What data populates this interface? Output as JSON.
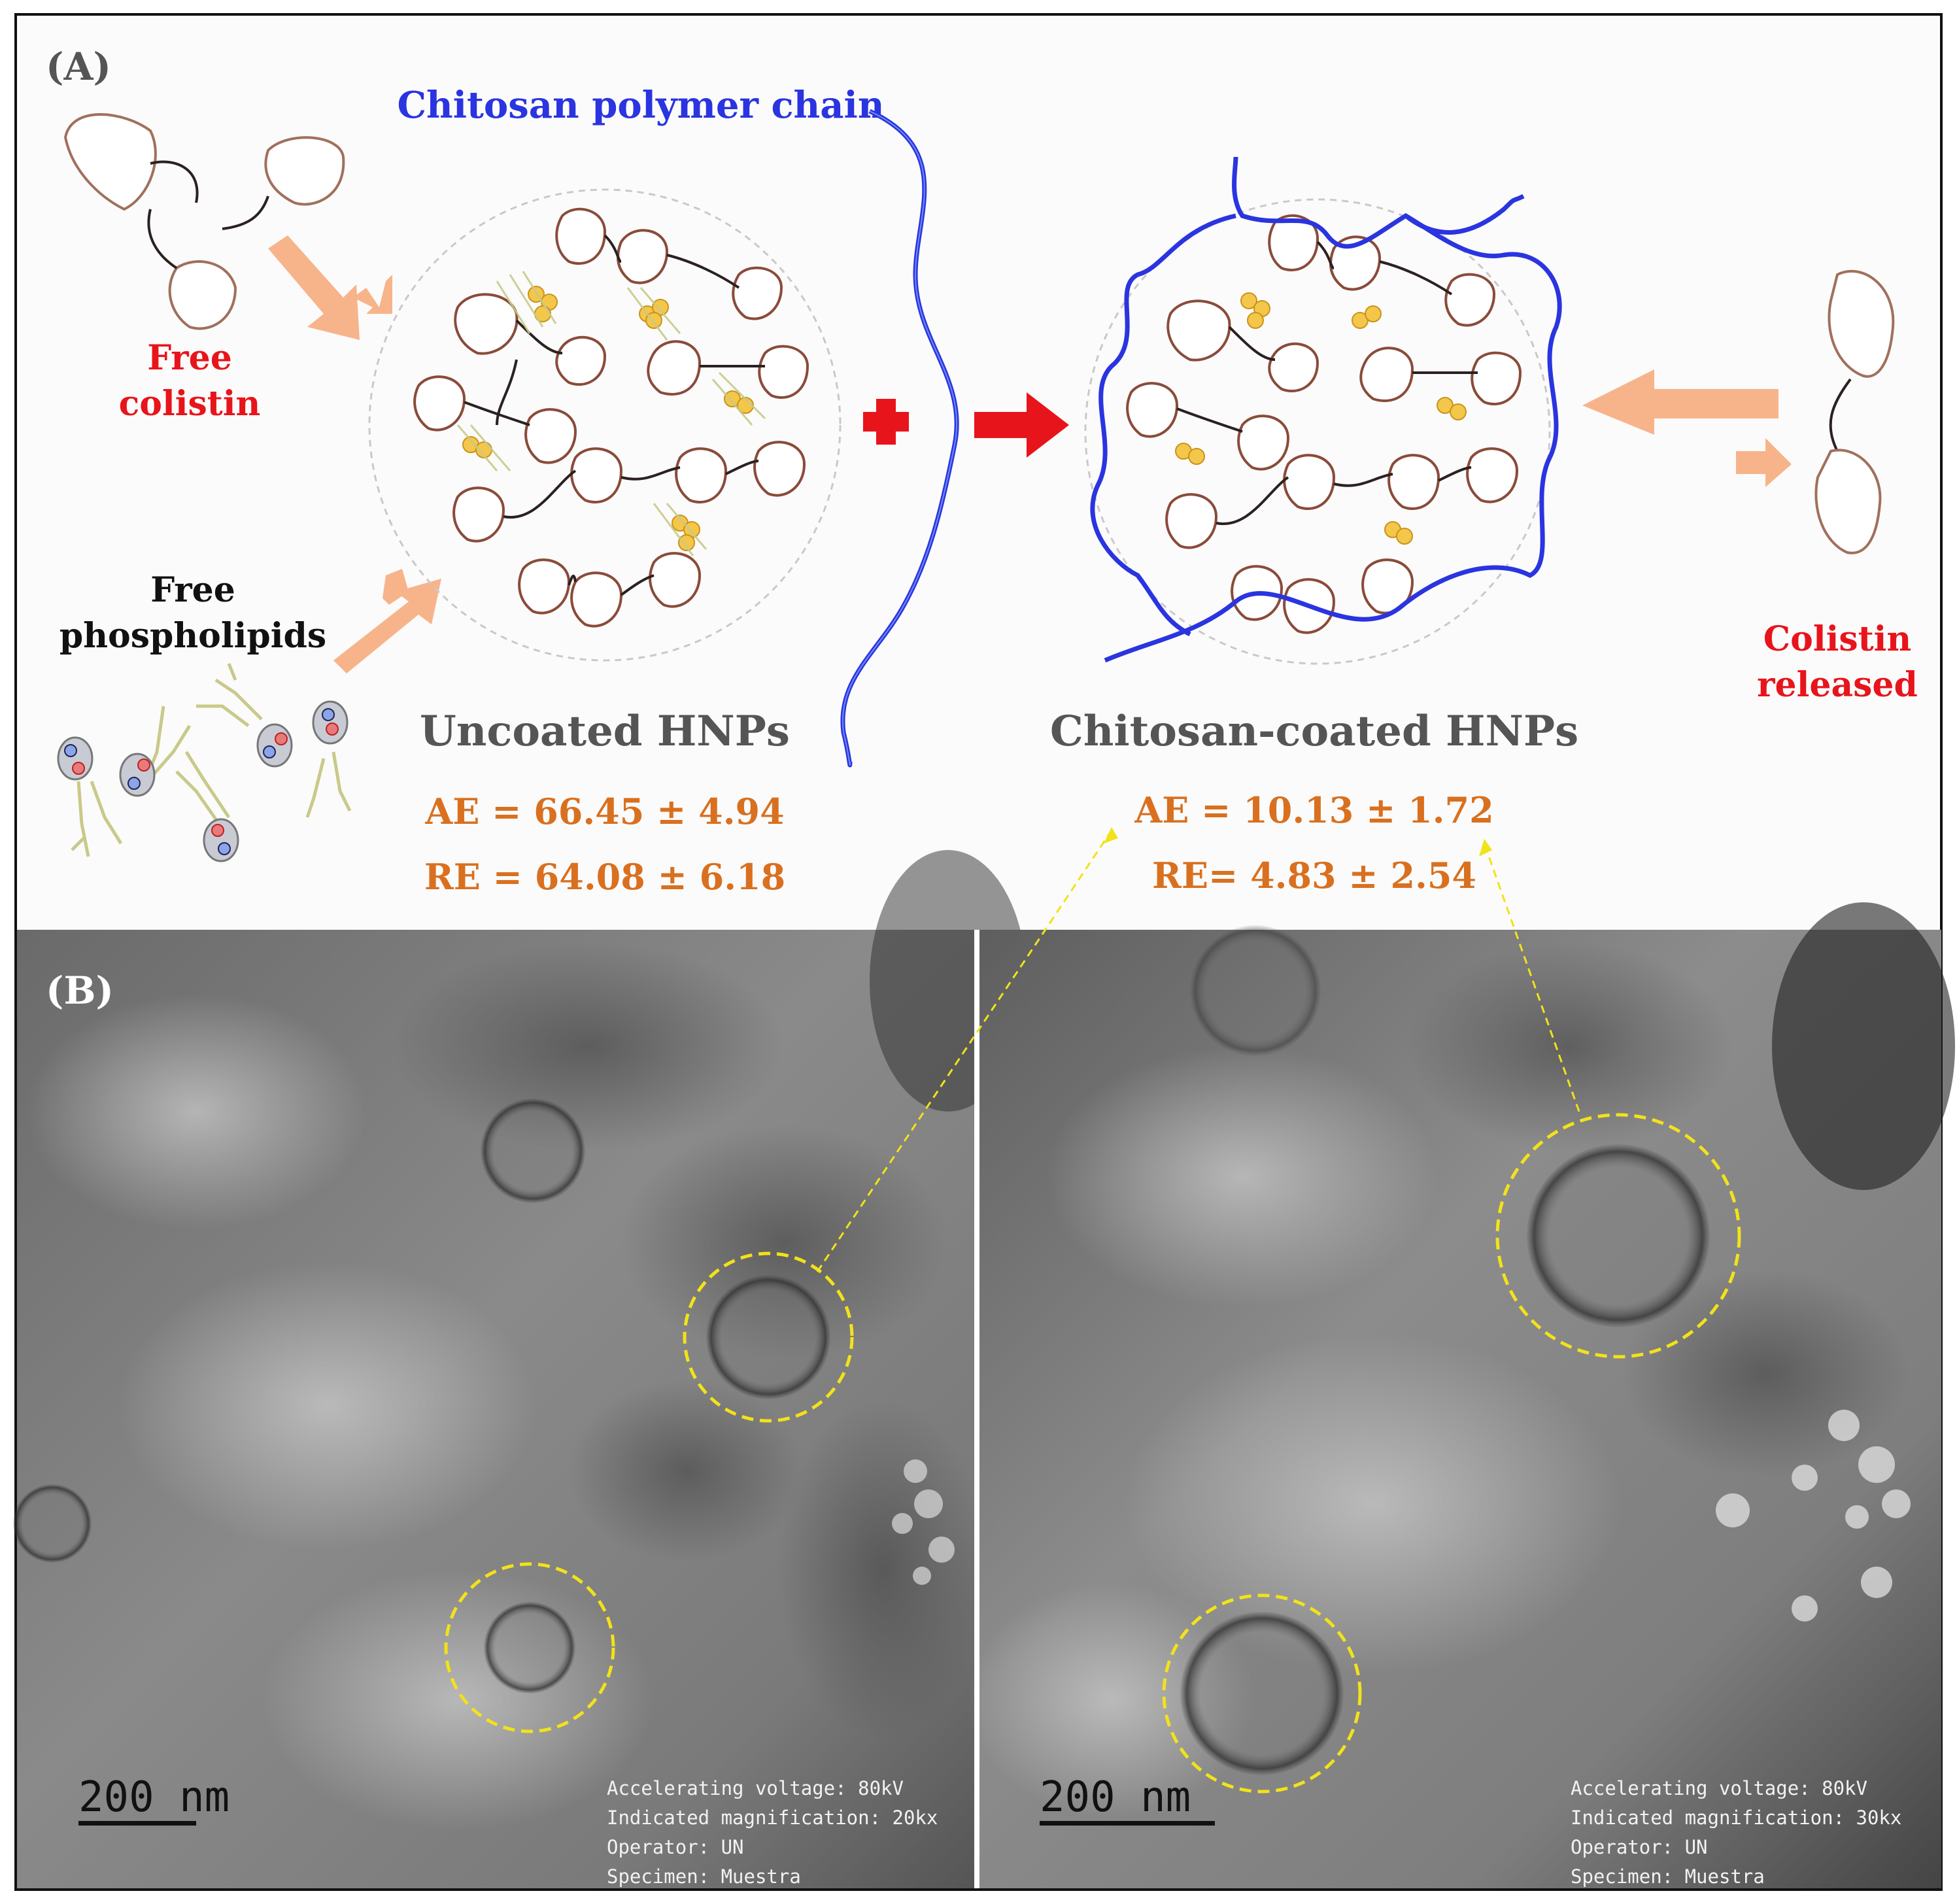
{
  "panel_a": {
    "label": "(A)",
    "free_colistin": [
      "Free",
      "colistin"
    ],
    "free_phospholipids": [
      "Free",
      "phospholipids"
    ],
    "chitosan_chain": "Chitosan polymer chain",
    "uncoated_title": "Uncoated HNPs",
    "uncoated_ae": "AE = 66.45 ± 4.94",
    "uncoated_re": "RE = 64.08 ± 6.18",
    "coated_title": "Chitosan-coated HNPs",
    "coated_ae": "AE = 10.13 ± 1.72",
    "coated_re": "RE= 4.83 ± 2.54",
    "colistin_released": [
      "Colistin",
      "released"
    ]
  },
  "panel_b": {
    "label": "(B)",
    "left": {
      "scale_bar": "200 nm",
      "metadata": [
        "Accelerating voltage: 80kV",
        "Indicated magnification: 20kx",
        "Operator: UN",
        "Specimen: Muestra"
      ]
    },
    "right": {
      "scale_bar": "200 nm",
      "metadata": [
        "Accelerating voltage: 80kV",
        "Indicated magnification: 30kx",
        "Operator: UN",
        "Specimen: Muestra"
      ]
    }
  },
  "colors": {
    "colistin_red": "#e8141b",
    "chitosan_blue": "#2a34e0",
    "stats_orange": "#d9701f",
    "title_gray": "#555555",
    "arrow_peach": "#f7b48a",
    "circle_yellow": "#f2e21a"
  }
}
